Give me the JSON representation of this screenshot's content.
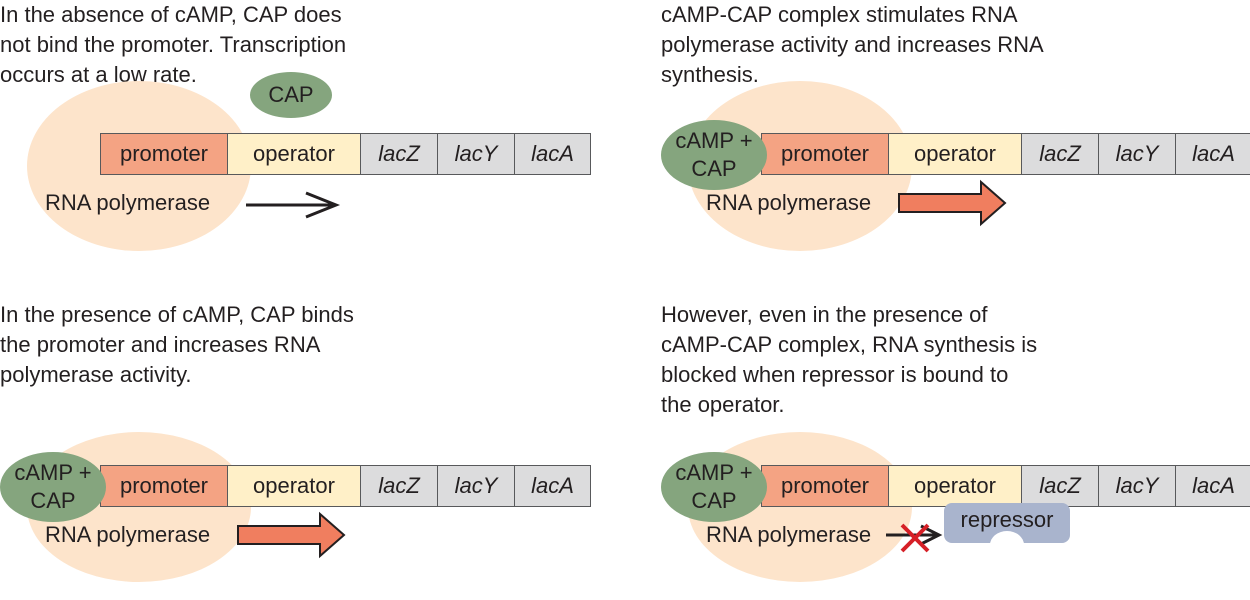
{
  "panels": {
    "top_left": {
      "caption": "In the absence of cAMP, CAP does\nnot bind the promoter. Transcription\noccurs at a low rate.",
      "cap_label": "CAP",
      "rnap_label": "RNA polymerase",
      "arrow_style": "thin"
    },
    "top_right": {
      "caption": "cAMP-CAP complex stimulates RNA\npolymerase activity and increases RNA\nsynthesis.",
      "cap_complex_label": "cAMP +\nCAP",
      "rnap_label": "RNA polymerase",
      "arrow_style": "thick"
    },
    "bottom_left": {
      "caption": "In the presence of cAMP, CAP binds\nthe promoter and increases RNA\npolymerase activity.",
      "cap_complex_label": "cAMP +\nCAP",
      "rnap_label": "RNA polymerase",
      "arrow_style": "thick"
    },
    "bottom_right": {
      "caption": "However, even in the presence of\ncAMP-CAP complex, RNA synthesis is\nblocked when repressor is bound to\nthe operator.",
      "cap_complex_label": "cAMP +\nCAP",
      "rnap_label": "RNA polymerase",
      "repressor_label": "repressor",
      "arrow_style": "blocked"
    }
  },
  "operon": {
    "promoter": "promoter",
    "operator": "operator",
    "genes": [
      "lacZ",
      "lacY",
      "lacA"
    ]
  },
  "colors": {
    "promoter": "#f4a383",
    "operator": "#fff0c8",
    "gene": "#dcdcdd",
    "rna_polymerase": "#fde4cb",
    "cap": "#85a57e",
    "repressor": "#a9b4cd",
    "thick_arrow": "#f07e5f",
    "block_x": "#d62027"
  }
}
